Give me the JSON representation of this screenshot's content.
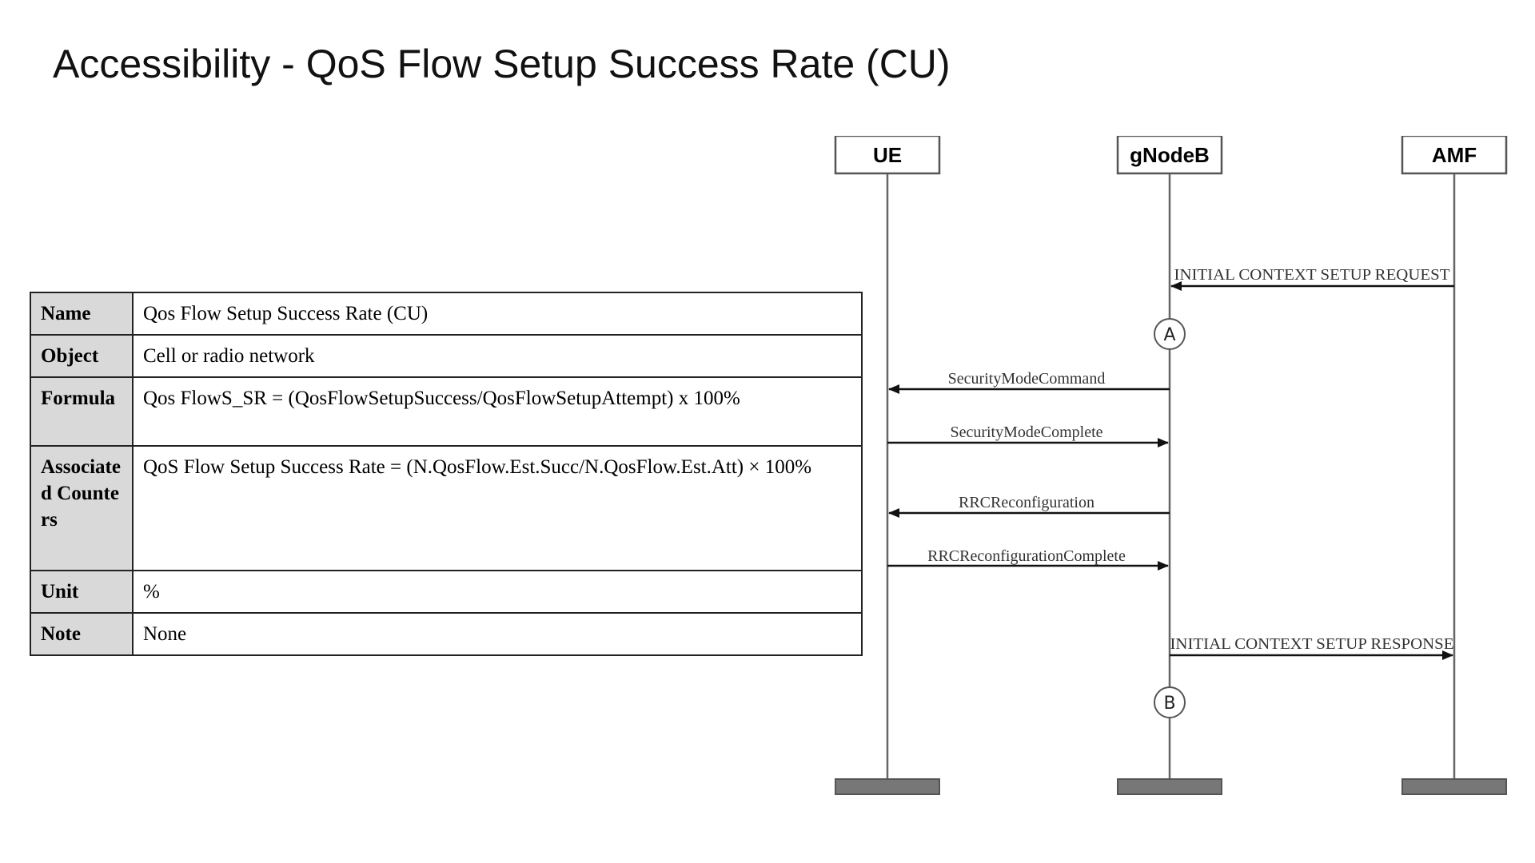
{
  "slide": {
    "title_prefix": "Accessibility - ",
    "title_main": "QoS Flow Setup Success Rate (CU)"
  },
  "kpi_table": {
    "rows": [
      {
        "label": "Name",
        "value": "Qos Flow Setup Success Rate (CU)"
      },
      {
        "label": "Object",
        "value": "Cell or radio network"
      },
      {
        "label": "Formula",
        "value": "Qos FlowS_SR = (QosFlowSetupSuccess/QosFlowSetupAttempt) x 100%"
      },
      {
        "label": "Associated Counters",
        "value": "QoS Flow Setup Success Rate = (N.QosFlow.Est.Succ/N.QosFlow.Est.Att) × 100%"
      },
      {
        "label": "Unit",
        "value": "%"
      },
      {
        "label": "Note",
        "value": "None"
      }
    ]
  },
  "sequence": {
    "participants": [
      {
        "id": "ue",
        "label": "UE"
      },
      {
        "id": "gnb",
        "label": "gNodeB"
      },
      {
        "id": "amf",
        "label": "AMF"
      }
    ],
    "messages": [
      {
        "from": "amf",
        "to": "gnb",
        "label": "INITIAL CONTEXT SETUP REQUEST"
      },
      {
        "from": "gnb",
        "to": "ue",
        "label": "SecurityModeCommand"
      },
      {
        "from": "ue",
        "to": "gnb",
        "label": "SecurityModeComplete"
      },
      {
        "from": "gnb",
        "to": "ue",
        "label": "RRCReconfiguration"
      },
      {
        "from": "ue",
        "to": "gnb",
        "label": "RRCReconfigurationComplete"
      },
      {
        "from": "gnb",
        "to": "amf",
        "label": "INITIAL CONTEXT SETUP RESPONSE"
      }
    ],
    "markers": [
      {
        "on": "gnb",
        "label": "A"
      },
      {
        "on": "gnb",
        "label": "B"
      }
    ]
  },
  "colors": {
    "lifeline": "#666666",
    "arrow": "#111111",
    "footer_bar": "#777777",
    "label_cell_bg": "#d9d9d9"
  }
}
